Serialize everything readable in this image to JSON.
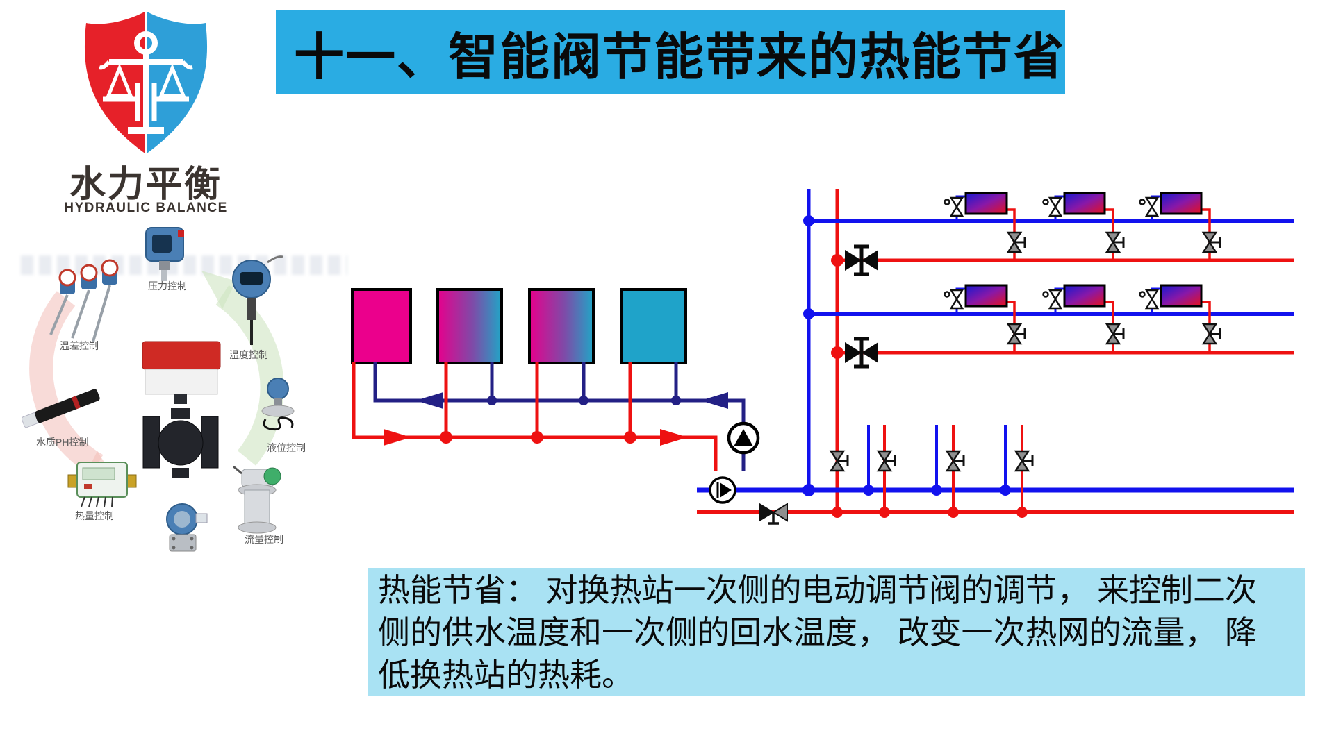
{
  "title": {
    "text": "十一、智能阀节能带来的热能节省"
  },
  "logo": {
    "name_cn": "水力平衡",
    "name_en": "HYDRAULIC BALANCE"
  },
  "product_cluster": {
    "labels": {
      "pressure": "压力控制",
      "temp_diff": "温差控制",
      "temperature": "温度控制",
      "ph": "水质PH控制",
      "level": "液位控制",
      "heat": "热量控制",
      "flow": "流量控制"
    }
  },
  "description": {
    "lines": [
      "热能节省： 对换热站一次侧的电动调节阀的调节， 来控制二次",
      "侧的供水温度和一次侧的回水温度， 改变一次热网的流量， 降",
      "低换热站的热耗。"
    ]
  },
  "diagram": {
    "heat_exchanger_count": 4,
    "radiator_count": 6,
    "pump_count": 2,
    "supply_color": "#EE1111",
    "primary_return_color": "#1212EE",
    "secondary_return_color": "#232085",
    "heat_exchanger_colors": [
      "#EB008C",
      "gradient-magenta-teal",
      "gradient-magenta-teal",
      "#1FA3C9"
    ]
  },
  "colors": {
    "title_bg": "#2AACE3",
    "textbox_bg": "#A9E2F3",
    "logo_red": "#E62129",
    "logo_blue": "#2E9FD8",
    "magenta": "#EB008C",
    "teal": "#1FA3C9"
  }
}
